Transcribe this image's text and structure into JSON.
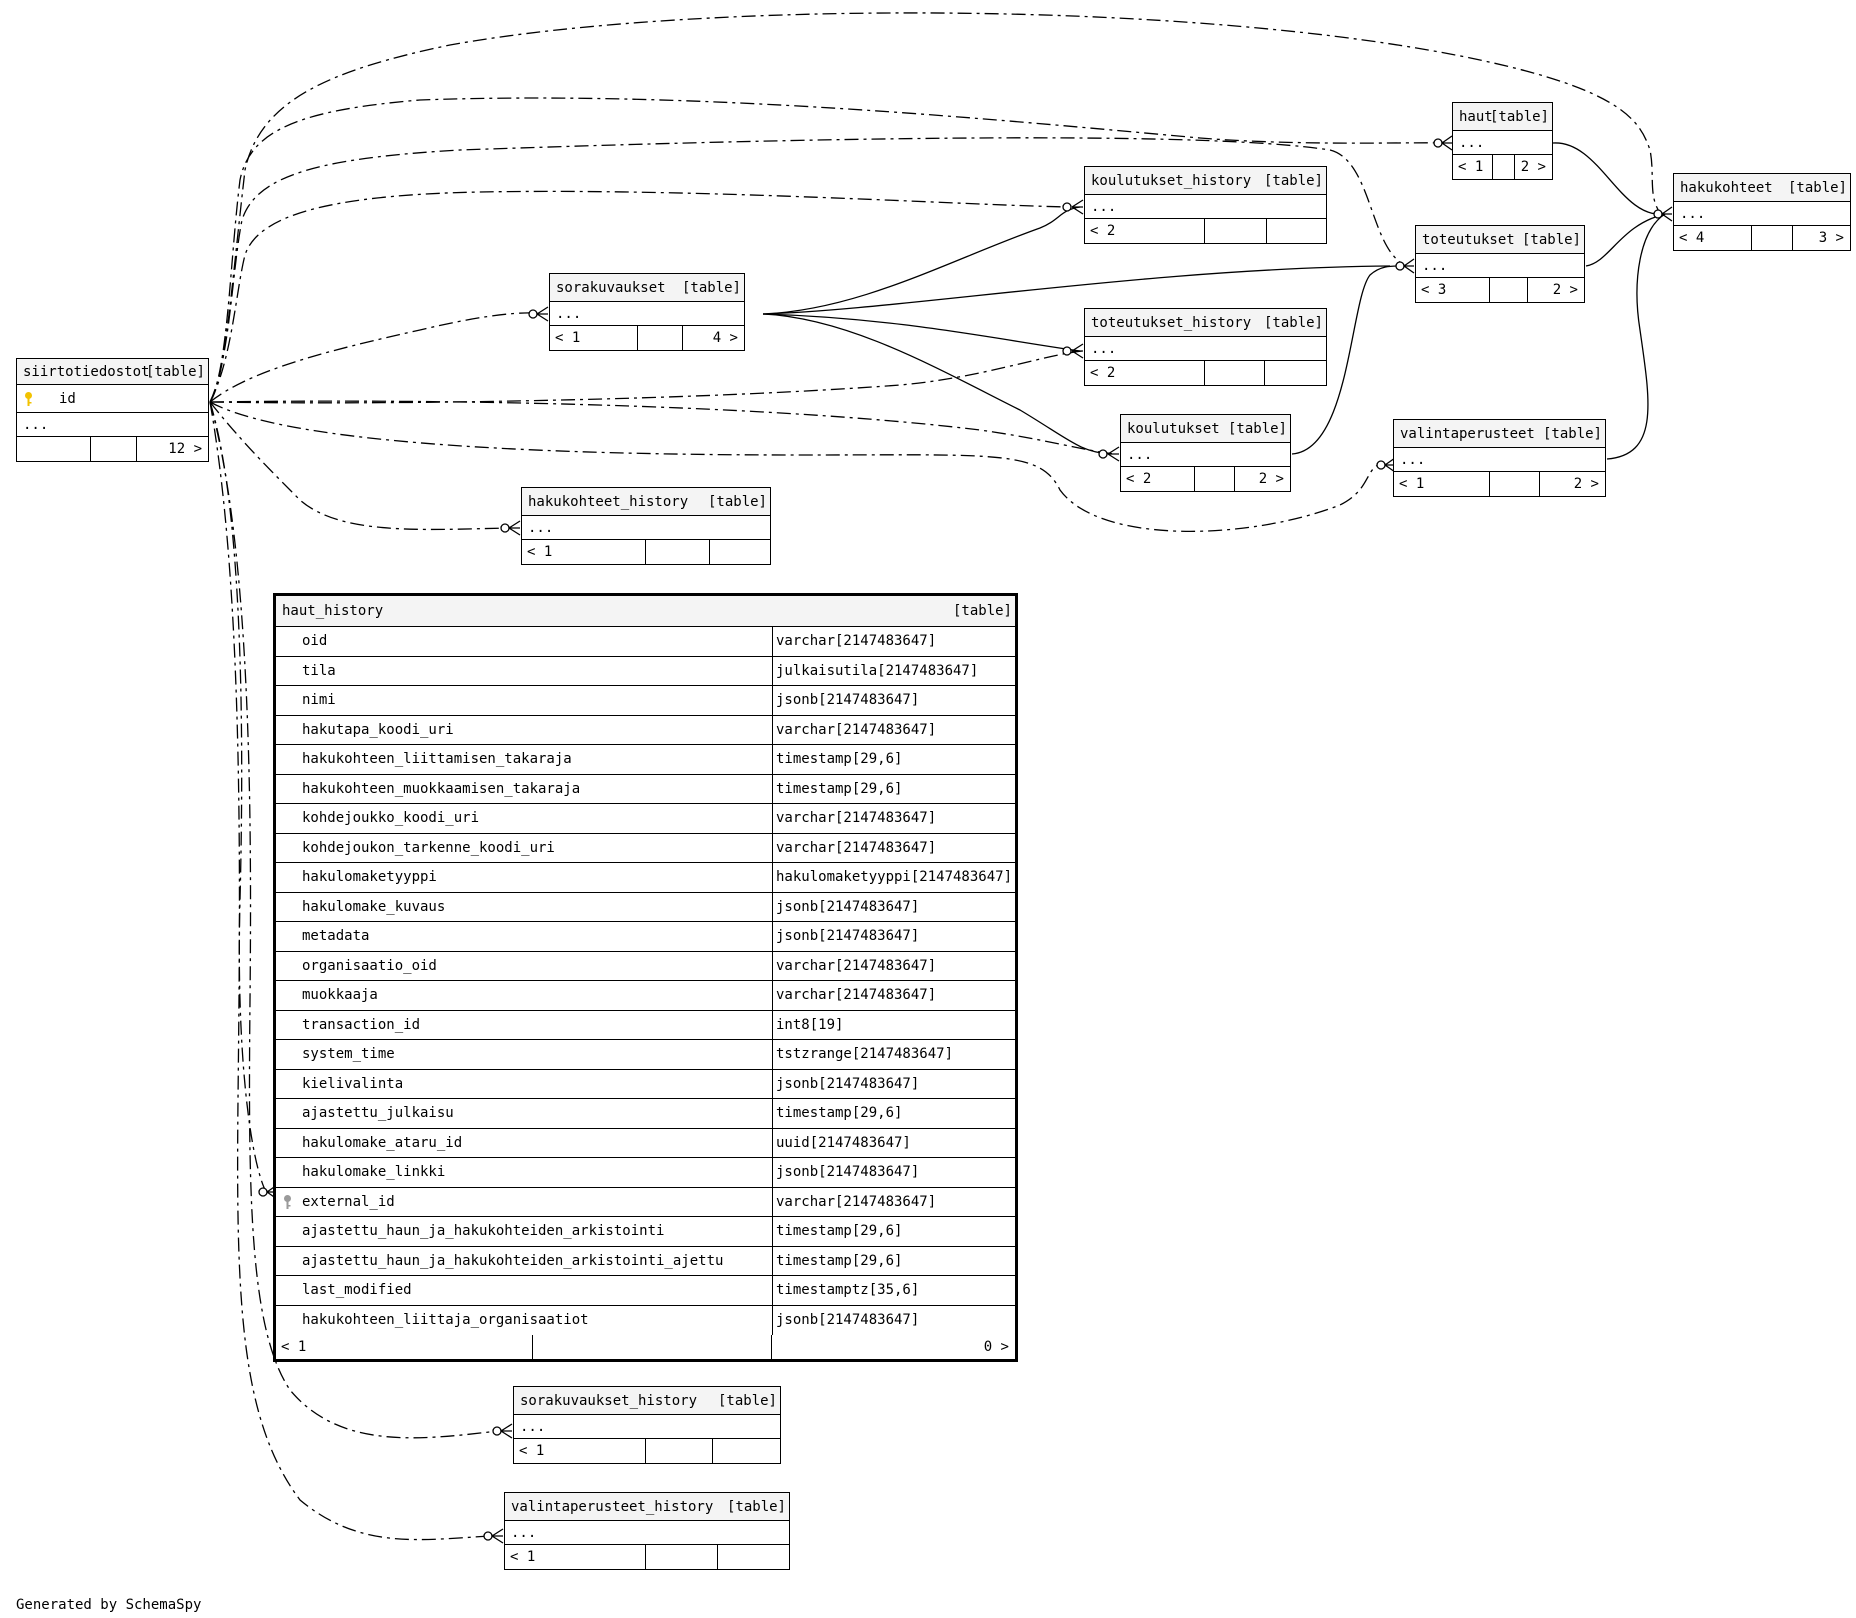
{
  "tables": {
    "siirtotiedostot": {
      "name": "siirtotiedostot",
      "tag": "[table]",
      "column": "id",
      "ellipsis": "...",
      "right": "12 >"
    },
    "sorakuvaukset": {
      "name": "sorakuvaukset",
      "tag": "[table]",
      "ellipsis": "...",
      "left": "< 1",
      "right": "4 >"
    },
    "koulutukset_history": {
      "name": "koulutukset_history",
      "tag": "[table]",
      "ellipsis": "...",
      "left": "< 2"
    },
    "toteutukset_history": {
      "name": "toteutukset_history",
      "tag": "[table]",
      "ellipsis": "...",
      "left": "< 2"
    },
    "koulutukset": {
      "name": "koulutukset",
      "tag": "[table]",
      "ellipsis": "...",
      "left": "< 2",
      "right": "2 >"
    },
    "hakukohteet_history": {
      "name": "hakukohteet_history",
      "tag": "[table]",
      "ellipsis": "...",
      "left": "< 1"
    },
    "haut": {
      "name": "haut",
      "tag": "[table]",
      "ellipsis": "...",
      "left": "< 1",
      "right": "2 >"
    },
    "toteutukset": {
      "name": "toteutukset",
      "tag": "[table]",
      "ellipsis": "...",
      "left": "< 3",
      "right": "2 >"
    },
    "hakukohteet": {
      "name": "hakukohteet",
      "tag": "[table]",
      "ellipsis": "...",
      "left": "< 4",
      "right": "3 >"
    },
    "valintaperusteet": {
      "name": "valintaperusteet",
      "tag": "[table]",
      "ellipsis": "...",
      "left": "< 1",
      "right": "2 >"
    },
    "sorakuvaukset_history": {
      "name": "sorakuvaukset_history",
      "tag": "[table]",
      "ellipsis": "...",
      "left": "< 1"
    },
    "valintaperusteet_history": {
      "name": "valintaperusteet_history",
      "tag": "[table]",
      "ellipsis": "...",
      "left": "< 1"
    }
  },
  "haut_history": {
    "name": "haut_history",
    "tag": "[table]",
    "columns": [
      {
        "name": "oid",
        "type": "varchar[2147483647]"
      },
      {
        "name": "tila",
        "type": "julkaisutila[2147483647]"
      },
      {
        "name": "nimi",
        "type": "jsonb[2147483647]"
      },
      {
        "name": "hakutapa_koodi_uri",
        "type": "varchar[2147483647]"
      },
      {
        "name": "hakukohteen_liittamisen_takaraja",
        "type": "timestamp[29,6]"
      },
      {
        "name": "hakukohteen_muokkaamisen_takaraja",
        "type": "timestamp[29,6]"
      },
      {
        "name": "kohdejoukko_koodi_uri",
        "type": "varchar[2147483647]"
      },
      {
        "name": "kohdejoukon_tarkenne_koodi_uri",
        "type": "varchar[2147483647]"
      },
      {
        "name": "hakulomaketyyppi",
        "type": "hakulomaketyyppi[2147483647]"
      },
      {
        "name": "hakulomake_kuvaus",
        "type": "jsonb[2147483647]"
      },
      {
        "name": "metadata",
        "type": "jsonb[2147483647]"
      },
      {
        "name": "organisaatio_oid",
        "type": "varchar[2147483647]"
      },
      {
        "name": "muokkaaja",
        "type": "varchar[2147483647]"
      },
      {
        "name": "transaction_id",
        "type": "int8[19]"
      },
      {
        "name": "system_time",
        "type": "tstzrange[2147483647]"
      },
      {
        "name": "kielivalinta",
        "type": "jsonb[2147483647]"
      },
      {
        "name": "ajastettu_julkaisu",
        "type": "timestamp[29,6]"
      },
      {
        "name": "hakulomake_ataru_id",
        "type": "uuid[2147483647]"
      },
      {
        "name": "hakulomake_linkki",
        "type": "jsonb[2147483647]"
      },
      {
        "name": "external_id",
        "type": "varchar[2147483647]",
        "fk": true
      },
      {
        "name": "ajastettu_haun_ja_hakukohteiden_arkistointi",
        "type": "timestamp[29,6]"
      },
      {
        "name": "ajastettu_haun_ja_hakukohteiden_arkistointi_ajettu",
        "type": "timestamp[29,6]"
      },
      {
        "name": "last_modified",
        "type": "timestamptz[35,6]"
      },
      {
        "name": "hakukohteen_liittaja_organisaatiot",
        "type": "jsonb[2147483647]"
      }
    ],
    "footer_left": "< 1",
    "footer_right": "0 >"
  },
  "footer_text": "Generated by SchemaSpy",
  "colors": {
    "header_bg": "#f4f4f4",
    "key_primary": "#f2c200",
    "key_foreign": "#9a9a9a"
  }
}
